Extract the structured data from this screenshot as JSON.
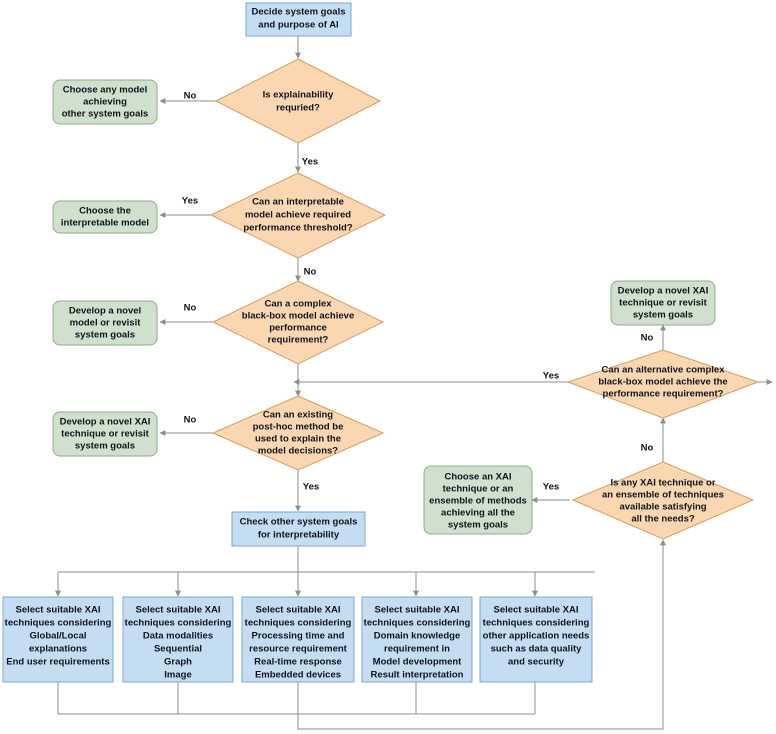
{
  "diagram": {
    "title": "XAI technique selection decision flowchart",
    "colors": {
      "process_fill": "#c5ddf2",
      "process_stroke": "#7aa8cc",
      "terminal_fill": "#cfe0cd",
      "terminal_stroke": "#8faa8c",
      "decision_fill": "#fad7b0",
      "decision_stroke": "#d99c5b",
      "edge_stroke": "#8d8d8d",
      "text": "#10131c",
      "background": "#ffffff"
    }
  },
  "nodes": {
    "start": {
      "type": "process",
      "lines": [
        "Decide system goals",
        "and purpose of AI"
      ]
    },
    "d_explainability": {
      "type": "decision",
      "lines": [
        "Is explainability",
        "requried?"
      ]
    },
    "t_any_model": {
      "type": "terminal",
      "lines": [
        "Choose any model",
        "achieving",
        "other system goals"
      ]
    },
    "d_interpretable": {
      "type": "decision",
      "lines": [
        "Can an interpretable",
        "model achieve required",
        "performance threshold?"
      ]
    },
    "t_interpretable_model": {
      "type": "terminal",
      "lines": [
        "Choose the",
        "interpretable model"
      ]
    },
    "d_blackbox": {
      "type": "decision",
      "lines": [
        "Can a complex",
        "black-box model achieve",
        "performance",
        "requirement?"
      ]
    },
    "t_novel_model": {
      "type": "terminal",
      "lines": [
        "Develop a novel",
        "model or revisit",
        "system goals"
      ]
    },
    "d_posthoc": {
      "type": "decision",
      "lines": [
        "Can an existing",
        "post-hoc method be",
        "used to explain the",
        "model decisions?"
      ]
    },
    "t_novel_xai_left": {
      "type": "terminal",
      "lines": [
        "Develop a novel XAI",
        "technique or revisit",
        "system goals"
      ]
    },
    "d_alt_blackbox": {
      "type": "decision",
      "lines": [
        "Can an alternative complex",
        "black-box model achieve the",
        "performance requirement?"
      ]
    },
    "t_novel_xai_right": {
      "type": "terminal",
      "lines": [
        "Develop a novel XAI",
        "technique or revisit",
        "system goals"
      ]
    },
    "d_any_xai": {
      "type": "decision",
      "lines": [
        "Is any XAI technique or",
        "an ensemble of techniques",
        "available satisfying",
        "all the needs?"
      ]
    },
    "t_choose_xai": {
      "type": "terminal",
      "lines": [
        "Choose an XAI",
        "technique or an",
        "ensemble of methods",
        "achieving all the",
        "system goals"
      ]
    },
    "p_check_goals": {
      "type": "process",
      "lines": [
        "Check other system goals",
        "for interpretability"
      ]
    },
    "p_global_local": {
      "type": "process",
      "lines": [
        "Select suitable XAI",
        "techniques considering",
        "Global/Local",
        "explanations",
        "End user requirements"
      ]
    },
    "p_data_modalities": {
      "type": "process",
      "lines": [
        "Select suitable XAI",
        "techniques considering",
        "Data modalities",
        "Sequential",
        "Graph",
        "Image"
      ]
    },
    "p_processing_time": {
      "type": "process",
      "lines": [
        "Select suitable XAI",
        "techniques considering",
        "Processing time and",
        "resource requirement",
        "Real-time response",
        "Embedded devices"
      ]
    },
    "p_domain_knowledge": {
      "type": "process",
      "lines": [
        "Select suitable XAI",
        "techniques considering",
        "Domain knowledge",
        "requirement in",
        "Model development",
        "Result interpretation"
      ]
    },
    "p_other_needs": {
      "type": "process",
      "lines": [
        "Select suitable XAI",
        "techniques considering",
        "other application needs",
        "such as data quality",
        "and security"
      ]
    }
  },
  "edge_labels": {
    "explain_no": "No",
    "explain_yes": "Yes",
    "interp_yes": "Yes",
    "interp_no": "No",
    "blackbox_no": "No",
    "posthoc_no": "No",
    "posthoc_yes": "Yes",
    "alt_no": "No",
    "alt_yes": "Yes",
    "anyxai_no": "No",
    "anyxai_yes": "Yes"
  }
}
